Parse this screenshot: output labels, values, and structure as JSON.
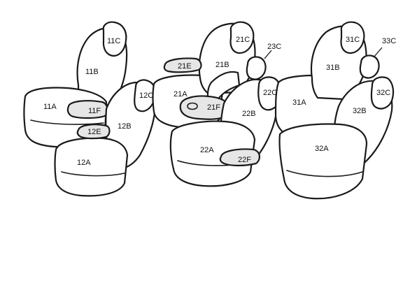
{
  "labels": {
    "s11A": "11A",
    "s11B": "11B",
    "s11C": "11C",
    "s11F": "11F",
    "s12A": "12A",
    "s12B": "12B",
    "s12C": "12C",
    "s12E": "12E",
    "s21A": "21A",
    "s21B": "21B",
    "s21C": "21C",
    "s21E": "21E",
    "s21F": "21F",
    "s22A": "22A",
    "s22B": "22B",
    "s22C": "22C",
    "s22F": "22F",
    "s23C": "23C",
    "s31A": "31A",
    "s31B": "31B",
    "s31C": "31C",
    "s32A": "32A",
    "s32B": "32B",
    "s32C": "32C",
    "s33C": "33C"
  }
}
